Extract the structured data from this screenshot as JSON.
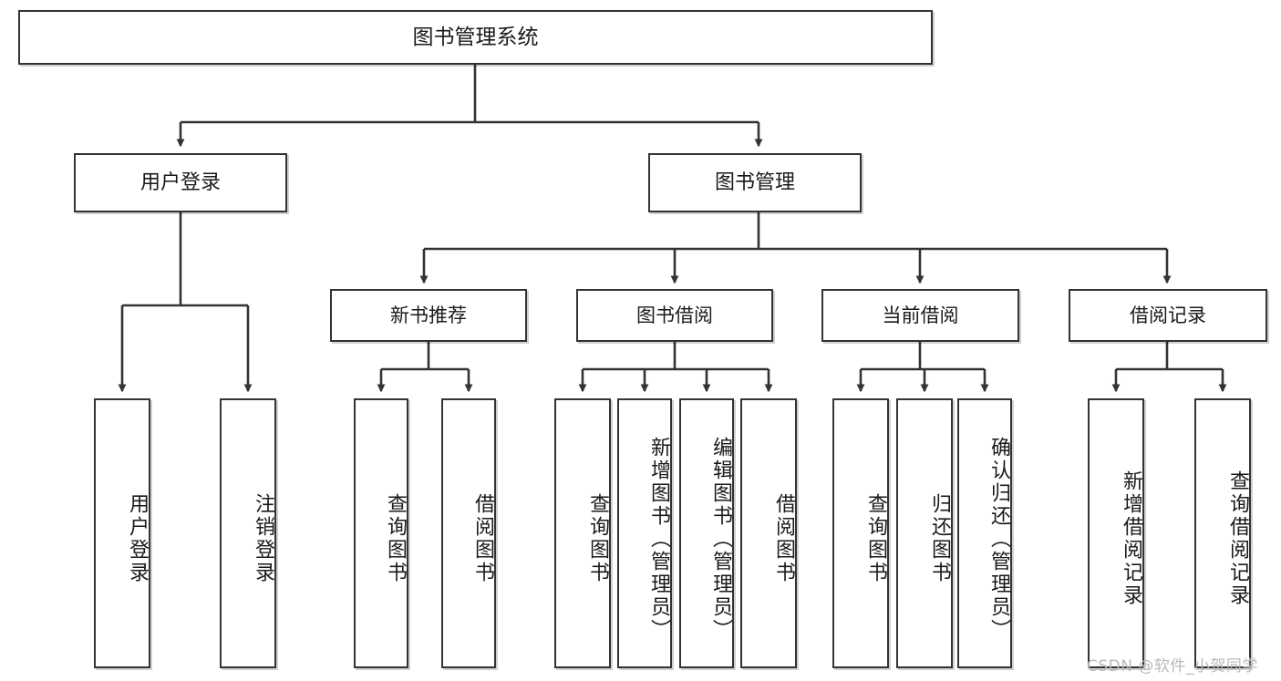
{
  "diagram": {
    "type": "tree-hierarchy-diagram",
    "title": "图书管理系统",
    "colors": {
      "box_border": "#333333",
      "box_fill": "#ffffff",
      "edge": "#333333",
      "text": "#1a1a1a",
      "watermark": "#b9b9b9",
      "background": "#ffffff"
    },
    "root": {
      "label": "图书管理系统"
    },
    "level2": [
      {
        "label": "用户登录"
      },
      {
        "label": "图书管理"
      }
    ],
    "level3": [
      {
        "label": "新书推荐"
      },
      {
        "label": "图书借阅"
      },
      {
        "label": "当前借阅"
      },
      {
        "label": "借阅记录"
      }
    ],
    "leaves": {
      "user_login": [
        {
          "label": "用户登录"
        },
        {
          "label": "注销登录"
        }
      ],
      "new_book_recommend": [
        {
          "label": "查询图书"
        },
        {
          "label": "借阅图书"
        }
      ],
      "book_borrow": [
        {
          "label": "查询图书"
        },
        {
          "label": "新增图书（管理员）"
        },
        {
          "label": "编辑图书（管理员）"
        },
        {
          "label": "借阅图书"
        }
      ],
      "current_borrow": [
        {
          "label": "查询图书"
        },
        {
          "label": "归还图书"
        },
        {
          "label": "确认归还（管理员）"
        }
      ],
      "borrow_record": [
        {
          "label": "新增借阅记录"
        },
        {
          "label": "查询借阅记录"
        }
      ]
    },
    "watermark": "CSDN @软件_小贺同学"
  }
}
